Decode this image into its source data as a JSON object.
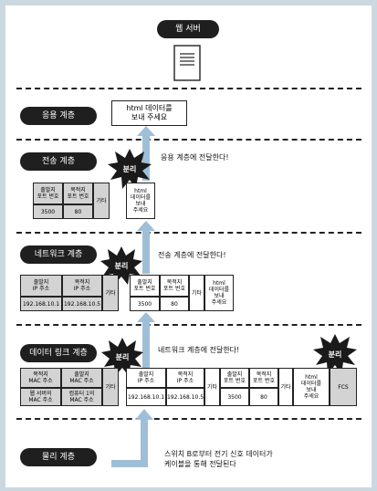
{
  "layers": {
    "web_server": "웹 서버",
    "application": "응용 계층",
    "transport": "전송 계층",
    "network": "네트워크 계층",
    "datalink": "데이터 링크 계층",
    "physical": "물리 계층"
  },
  "badge": "분리",
  "messages": {
    "to_application": "응용 계층에 전달한다!",
    "to_transport": "전송 계층에 전달한다!",
    "to_network": "네트워크 계층에 전달한다!",
    "physical_note": "스위치 B로부터 전기 신호 데이터가\n케이블을 통해 전달된다"
  },
  "app_data": "html 데이터를\n보내 주세요",
  "transport_packet": {
    "src_port_label": "출발지\n포트 번호",
    "dst_port_label": "목적지\n포트 번호",
    "etc": "기타",
    "data": "html\n데이터를\n보내\n주세요",
    "src_port": "3500",
    "dst_port": "80"
  },
  "network_packet": {
    "src_ip_label": "출발지\nIP 주소",
    "dst_ip_label": "목적지\nIP 주소",
    "etc": "기타",
    "src_ip": "192.168.10.1",
    "dst_ip": "192.168.10.5"
  },
  "datalink_frame": {
    "dst_mac_label": "목적지\nMAC 주소",
    "src_mac_label": "출발지\nMAC 주소",
    "etc": "기타",
    "dst_mac_value": "웹 서버의\nMAC 주소",
    "src_mac_value": "컴퓨터 1의\nMAC 주소",
    "fcs": "FCS"
  }
}
